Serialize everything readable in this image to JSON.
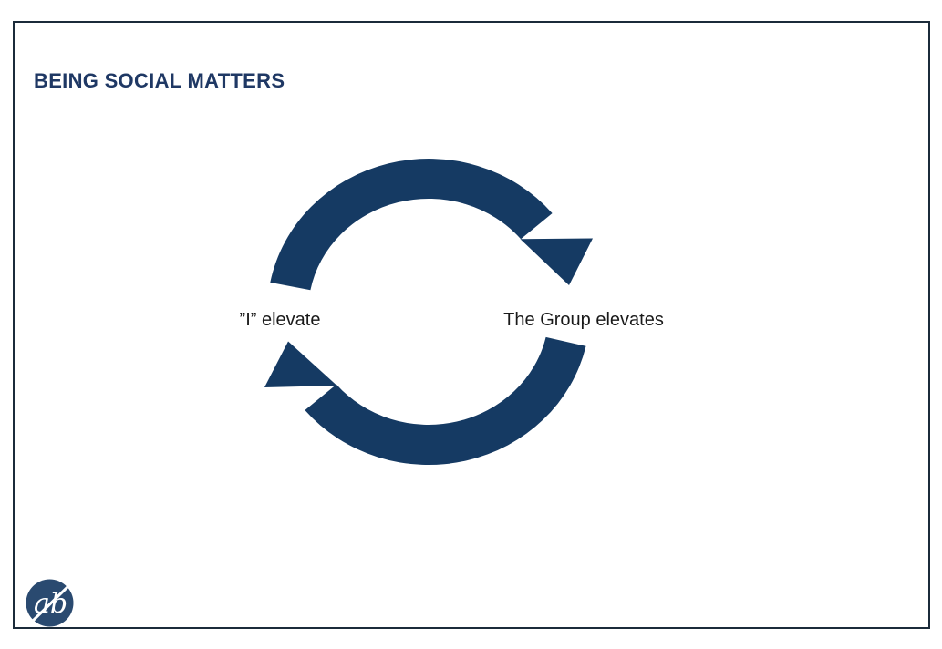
{
  "slide": {
    "title": "BEING SOCIAL MATTERS",
    "diagram": {
      "type": "cycle",
      "left_label": "”I” elevate",
      "right_label": "The Group elevates"
    },
    "logo": {
      "text": "ab"
    },
    "colors": {
      "arrow_navy": "#153a63",
      "title_navy": "#1f3864",
      "frame_border": "#1b2b3a",
      "label_text": "#1a1a1a",
      "logo_navy": "#2a4a70",
      "logo_glyphs": "#ffffff"
    }
  }
}
